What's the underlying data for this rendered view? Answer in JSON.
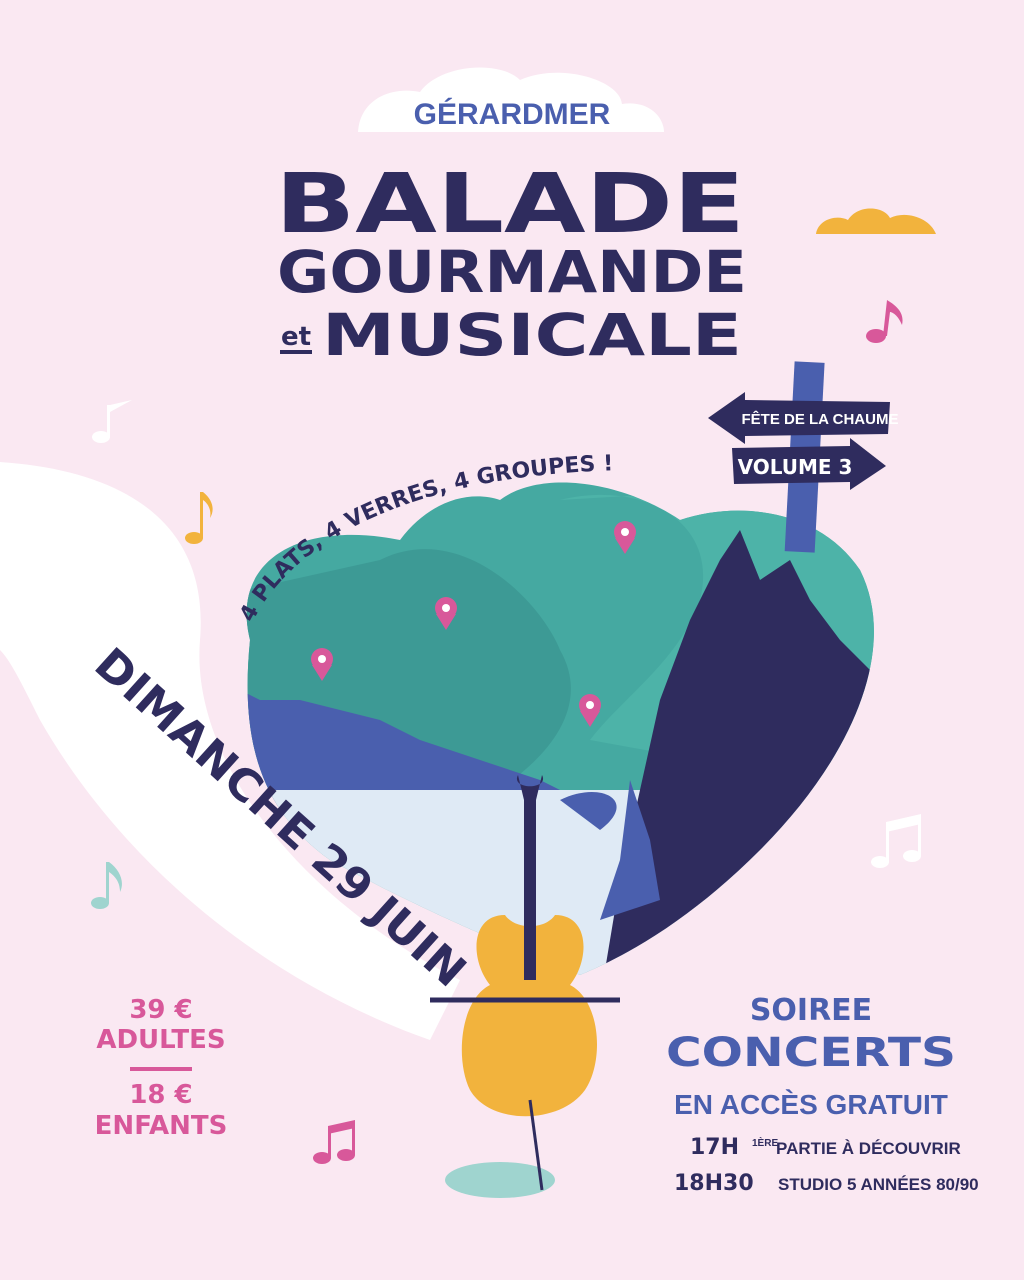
{
  "header": {
    "location": "GÉRARDMER",
    "title_line1": "BALADE",
    "title_line2": "GOURMANDE",
    "title_et": "et",
    "title_line3": "MUSICALE"
  },
  "signpost": {
    "left_sign": "FÊTE DE LA CHAUME",
    "right_sign": "VOLUME 3"
  },
  "tagline": "4 PLATS, 4 VERRES, 4 GROUPES !",
  "date": "DIMANCHE 29 JUIN",
  "prices": {
    "adult_price": "39 €",
    "adult_label": "ADULTES",
    "child_price": "18 €",
    "child_label": "ENFANTS"
  },
  "concerts": {
    "line1": "SOIREE",
    "line2": "CONCERTS",
    "line3": "EN ACCÈS GRATUIT",
    "schedule": [
      {
        "time": "17H",
        "sup": "1ÈRE",
        "desc": " PARTIE À DÉCOUVRIR"
      },
      {
        "time": "18H30",
        "desc": "STUDIO 5 ANNÉES 80/90"
      }
    ]
  },
  "colors": {
    "background": "#fae8f2",
    "navy": "#2f2c5e",
    "blue": "#4a5fae",
    "pink": "#d8589a",
    "teal": "#45a9a1",
    "orange": "#f2b33d"
  }
}
